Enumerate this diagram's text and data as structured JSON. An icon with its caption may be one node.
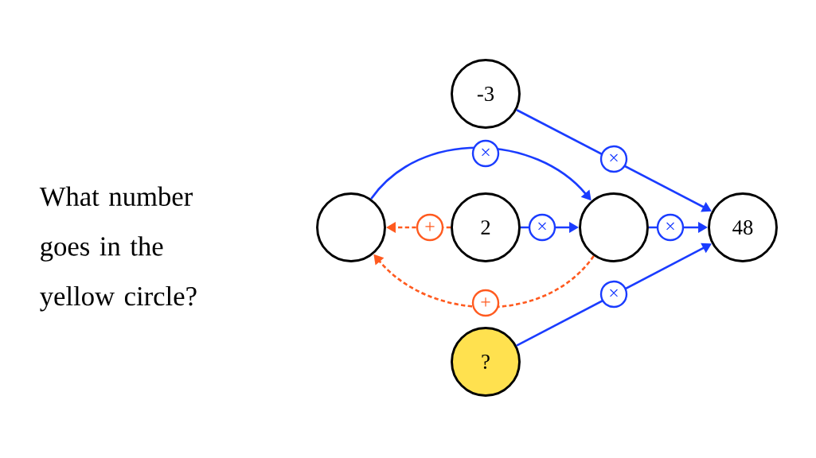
{
  "diagram": {
    "nodes": [
      {
        "text": [
          "-3"
        ]
      },
      {
        "text": [],
        "shape": "circle"
      },
      {
        "text": [
          "2"
        ]
      },
      {
        "text": [],
        "shape": "circle"
      },
      {
        "text": [
          "48"
        ]
      },
      {
        "text": [
          "?"
        ]
      }
    ],
    "edges": [
      {
        "from": 0,
        "to": 4,
        "arrow": "to",
        "label": "×"
      },
      {
        "from": 1,
        "to": 3,
        "arrow": "to",
        "label": "×"
      },
      {
        "from": 2,
        "to": 1,
        "arrow": "to",
        "label": "+",
        "style": "dashed",
        "color": "#ff5a1f"
      },
      {
        "from": 2,
        "to": 3,
        "arrow": "to",
        "label": "×"
      },
      {
        "from": 3,
        "to": 4,
        "arrow": "to",
        "label": "×"
      },
      {
        "from": 3,
        "to": 1,
        "arrow": "to",
        "label": "+",
        "style": "dashed",
        "color": "#ff5a1f"
      },
      {
        "from": 5,
        "to": 4,
        "arrow": "to",
        "label": "×"
      }
    ],
    "labels": [
      "What number goes in the yellow circle?"
    ]
  }
}
